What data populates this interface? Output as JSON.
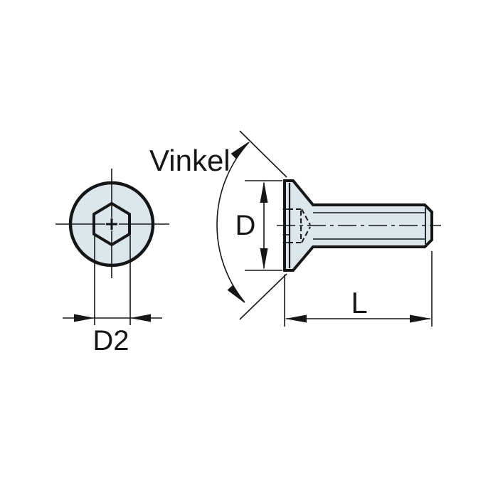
{
  "figure": {
    "type": "technical-drawing",
    "subject": "countersunk-hex-socket-screw",
    "labels": {
      "angle": "Vinkel",
      "head_diameter": "D",
      "socket_width": "D2",
      "length": "L"
    },
    "colors": {
      "line": "#161616",
      "part_fill": "#dce6ed",
      "background": "#ffffff"
    }
  }
}
